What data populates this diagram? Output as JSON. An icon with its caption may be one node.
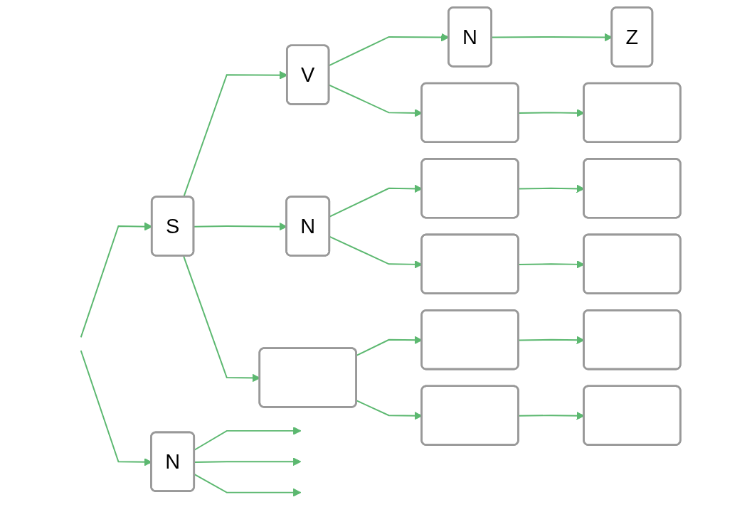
{
  "diagram": {
    "nodes": [
      {
        "text": [
          "S"
        ]
      },
      {
        "text": [
          "N"
        ]
      },
      {
        "text": [
          "V"
        ]
      },
      {
        "text": [
          "N"
        ]
      },
      {
        "text": [],
        "shape": "box"
      },
      {
        "text": [
          "N"
        ]
      },
      {
        "text": [],
        "shape": "box"
      },
      {
        "text": [],
        "shape": "box"
      },
      {
        "text": [],
        "shape": "box"
      },
      {
        "text": [],
        "shape": "box"
      },
      {
        "text": [],
        "shape": "box"
      },
      {
        "text": [
          "Z"
        ]
      },
      {
        "text": [],
        "shape": "box"
      },
      {
        "text": [],
        "shape": "box"
      },
      {
        "text": [],
        "shape": "box"
      },
      {
        "text": [],
        "shape": "box"
      },
      {
        "text": [],
        "shape": "box"
      }
    ],
    "edges": [
      {
        "from": null,
        "to": 0,
        "arrow": "to"
      },
      {
        "from": null,
        "to": 1,
        "arrow": "to"
      },
      {
        "from": 0,
        "to": 2,
        "arrow": "to"
      },
      {
        "from": 0,
        "to": 3,
        "arrow": "to"
      },
      {
        "from": 0,
        "to": 4,
        "arrow": "to"
      },
      {
        "from": 1,
        "to": null,
        "arrow": "to"
      },
      {
        "from": 1,
        "to": null,
        "arrow": "to"
      },
      {
        "from": 1,
        "to": null,
        "arrow": "to"
      },
      {
        "from": 2,
        "to": 5,
        "arrow": "to"
      },
      {
        "from": 2,
        "to": 6,
        "arrow": "to"
      },
      {
        "from": 3,
        "to": 7,
        "arrow": "to"
      },
      {
        "from": 3,
        "to": 8,
        "arrow": "to"
      },
      {
        "from": 4,
        "to": 9,
        "arrow": "to"
      },
      {
        "from": 4,
        "to": 10,
        "arrow": "to"
      },
      {
        "from": 5,
        "to": 11,
        "arrow": "to"
      },
      {
        "from": 6,
        "to": 12,
        "arrow": "to"
      },
      {
        "from": 7,
        "to": 13,
        "arrow": "to"
      },
      {
        "from": 8,
        "to": 14,
        "arrow": "to"
      },
      {
        "from": 9,
        "to": 15,
        "arrow": "to"
      },
      {
        "from": 10,
        "to": 16,
        "arrow": "to"
      }
    ]
  }
}
